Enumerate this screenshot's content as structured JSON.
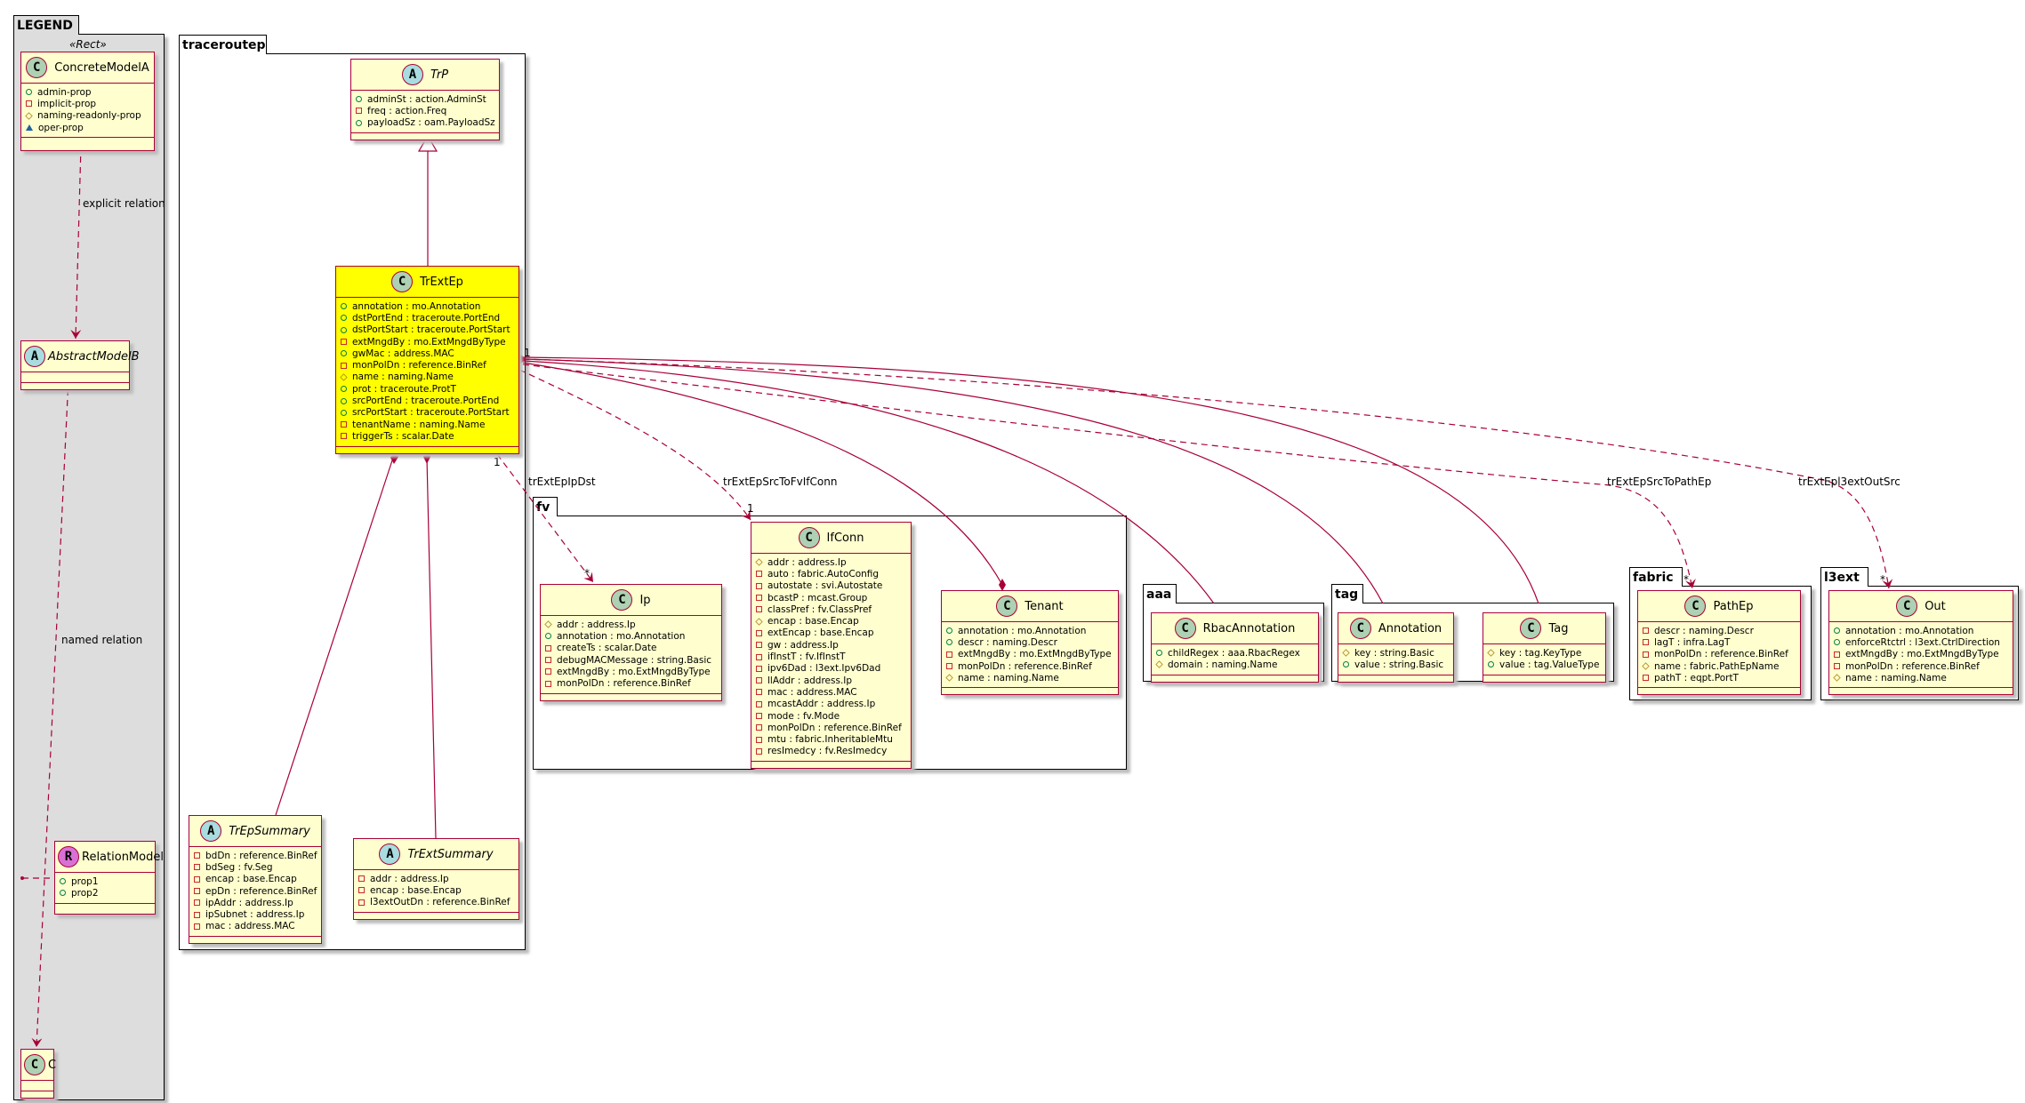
{
  "packages": {
    "legend": "LEGEND",
    "traceroutep": "traceroutep",
    "fv": "fv",
    "aaa": "aaa",
    "tag": "tag",
    "fabric": "fabric",
    "l3ext": "l3ext"
  },
  "legend_stereotype": "«Rect»",
  "classes": {
    "ConcreteModelA": {
      "icon": "C",
      "name": "ConcreteModelA",
      "abstract": false,
      "attributes": [
        {
          "v": "+",
          "t": "admin-prop"
        },
        {
          "v": "-",
          "t": "implicit-prop"
        },
        {
          "v": "#",
          "t": "naming-readonly-prop"
        },
        {
          "v": "~",
          "t": "oper-prop"
        }
      ]
    },
    "AbstractModelB": {
      "icon": "A",
      "name": "AbstractModelB",
      "abstract": true,
      "attributes": []
    },
    "RelationModel": {
      "icon": "R",
      "name": "RelationModel",
      "abstract": false,
      "attributes": [
        {
          "v": "+",
          "t": "prop1"
        },
        {
          "v": "+",
          "t": "prop2"
        }
      ]
    },
    "C": {
      "icon": "C",
      "name": "C",
      "abstract": false,
      "attributes": []
    },
    "TrP": {
      "icon": "A",
      "name": "TrP",
      "abstract": true,
      "attributes": [
        {
          "v": "+",
          "t": "adminSt : action.AdminSt"
        },
        {
          "v": "-",
          "t": "freq : action.Freq"
        },
        {
          "v": "+",
          "t": "payloadSz : oam.PayloadSz"
        }
      ]
    },
    "TrExtEp": {
      "icon": "C",
      "name": "TrExtEp",
      "abstract": false,
      "attributes": [
        {
          "v": "+",
          "t": "annotation : mo.Annotation"
        },
        {
          "v": "+",
          "t": "dstPortEnd : traceroute.PortEnd"
        },
        {
          "v": "+",
          "t": "dstPortStart : traceroute.PortStart"
        },
        {
          "v": "-",
          "t": "extMngdBy : mo.ExtMngdByType"
        },
        {
          "v": "+",
          "t": "gwMac : address.MAC"
        },
        {
          "v": "-",
          "t": "monPolDn : reference.BinRef"
        },
        {
          "v": "#",
          "t": "name : naming.Name"
        },
        {
          "v": "+",
          "t": "prot : traceroute.ProtT"
        },
        {
          "v": "+",
          "t": "srcPortEnd : traceroute.PortEnd"
        },
        {
          "v": "+",
          "t": "srcPortStart : traceroute.PortStart"
        },
        {
          "v": "-",
          "t": "tenantName : naming.Name"
        },
        {
          "v": "-",
          "t": "triggerTs : scalar.Date"
        }
      ]
    },
    "TrEpSummary": {
      "icon": "A",
      "name": "TrEpSummary",
      "abstract": true,
      "attributes": [
        {
          "v": "-",
          "t": "bdDn : reference.BinRef"
        },
        {
          "v": "-",
          "t": "bdSeg : fv.Seg"
        },
        {
          "v": "-",
          "t": "encap : base.Encap"
        },
        {
          "v": "-",
          "t": "epDn : reference.BinRef"
        },
        {
          "v": "-",
          "t": "ipAddr : address.Ip"
        },
        {
          "v": "-",
          "t": "ipSubnet : address.Ip"
        },
        {
          "v": "-",
          "t": "mac : address.MAC"
        }
      ]
    },
    "TrExtSummary": {
      "icon": "A",
      "name": "TrExtSummary",
      "abstract": true,
      "attributes": [
        {
          "v": "-",
          "t": "addr : address.Ip"
        },
        {
          "v": "-",
          "t": "encap : base.Encap"
        },
        {
          "v": "-",
          "t": "l3extOutDn : reference.BinRef"
        }
      ]
    },
    "Ip": {
      "icon": "C",
      "name": "Ip",
      "abstract": false,
      "attributes": [
        {
          "v": "#",
          "t": "addr : address.Ip"
        },
        {
          "v": "+",
          "t": "annotation : mo.Annotation"
        },
        {
          "v": "-",
          "t": "createTs : scalar.Date"
        },
        {
          "v": "-",
          "t": "debugMACMessage : string.Basic"
        },
        {
          "v": "-",
          "t": "extMngdBy : mo.ExtMngdByType"
        },
        {
          "v": "-",
          "t": "monPolDn : reference.BinRef"
        }
      ]
    },
    "IfConn": {
      "icon": "C",
      "name": "IfConn",
      "abstract": false,
      "attributes": [
        {
          "v": "#",
          "t": "addr : address.Ip"
        },
        {
          "v": "-",
          "t": "auto : fabric.AutoConfig"
        },
        {
          "v": "-",
          "t": "autostate : svi.Autostate"
        },
        {
          "v": "-",
          "t": "bcastP : mcast.Group"
        },
        {
          "v": "-",
          "t": "classPref : fv.ClassPref"
        },
        {
          "v": "#",
          "t": "encap : base.Encap"
        },
        {
          "v": "-",
          "t": "extEncap : base.Encap"
        },
        {
          "v": "-",
          "t": "gw : address.Ip"
        },
        {
          "v": "-",
          "t": "ifInstT : fv.IfInstT"
        },
        {
          "v": "-",
          "t": "ipv6Dad : l3ext.Ipv6Dad"
        },
        {
          "v": "-",
          "t": "llAddr : address.Ip"
        },
        {
          "v": "-",
          "t": "mac : address.MAC"
        },
        {
          "v": "-",
          "t": "mcastAddr : address.Ip"
        },
        {
          "v": "-",
          "t": "mode : fv.Mode"
        },
        {
          "v": "-",
          "t": "monPolDn : reference.BinRef"
        },
        {
          "v": "-",
          "t": "mtu : fabric.InheritableMtu"
        },
        {
          "v": "-",
          "t": "resImedcy : fv.ResImedcy"
        }
      ]
    },
    "Tenant": {
      "icon": "C",
      "name": "Tenant",
      "abstract": false,
      "attributes": [
        {
          "v": "+",
          "t": "annotation : mo.Annotation"
        },
        {
          "v": "+",
          "t": "descr : naming.Descr"
        },
        {
          "v": "-",
          "t": "extMngdBy : mo.ExtMngdByType"
        },
        {
          "v": "-",
          "t": "monPolDn : reference.BinRef"
        },
        {
          "v": "#",
          "t": "name : naming.Name"
        }
      ]
    },
    "RbacAnnotation": {
      "icon": "C",
      "name": "RbacAnnotation",
      "abstract": false,
      "attributes": [
        {
          "v": "+",
          "t": "childRegex : aaa.RbacRegex"
        },
        {
          "v": "#",
          "t": "domain : naming.Name"
        }
      ]
    },
    "Annotation": {
      "icon": "C",
      "name": "Annotation",
      "abstract": false,
      "attributes": [
        {
          "v": "#",
          "t": "key : string.Basic"
        },
        {
          "v": "+",
          "t": "value : string.Basic"
        }
      ]
    },
    "Tag": {
      "icon": "C",
      "name": "Tag",
      "abstract": false,
      "attributes": [
        {
          "v": "#",
          "t": "key : tag.KeyType"
        },
        {
          "v": "+",
          "t": "value : tag.ValueType"
        }
      ]
    },
    "PathEp": {
      "icon": "C",
      "name": "PathEp",
      "abstract": false,
      "attributes": [
        {
          "v": "-",
          "t": "descr : naming.Descr"
        },
        {
          "v": "-",
          "t": "lagT : infra.LagT"
        },
        {
          "v": "-",
          "t": "monPolDn : reference.BinRef"
        },
        {
          "v": "#",
          "t": "name : fabric.PathEpName"
        },
        {
          "v": "-",
          "t": "pathT : eqpt.PortT"
        }
      ]
    },
    "Out": {
      "icon": "C",
      "name": "Out",
      "abstract": false,
      "attributes": [
        {
          "v": "+",
          "t": "annotation : mo.Annotation"
        },
        {
          "v": "+",
          "t": "enforceRtctrl : l3ext.CtrlDirection"
        },
        {
          "v": "-",
          "t": "extMngdBy : mo.ExtMngdByType"
        },
        {
          "v": "-",
          "t": "monPolDn : reference.BinRef"
        },
        {
          "v": "#",
          "t": "name : naming.Name"
        }
      ]
    }
  },
  "relations": {
    "explicit": "explicit relation",
    "named": "named relation",
    "ipdst": "trExtEpIpDst",
    "ifconn": "trExtEpSrcToFvIfConn",
    "pathep": "trExtEpSrcToPathEp",
    "l3ext": "trExtEpl3extOutSrc"
  },
  "multiplicities": {
    "one": "1",
    "many": "*"
  },
  "colors": {
    "line": "#A80036",
    "class_bg": "#FEFECE",
    "highlight_bg": "#FFFF00",
    "legend_bg": "#DDDDDD",
    "icon_C": "#ADD1B2",
    "icon_A": "#A9DCDF",
    "icon_R": "#DA70D6"
  }
}
